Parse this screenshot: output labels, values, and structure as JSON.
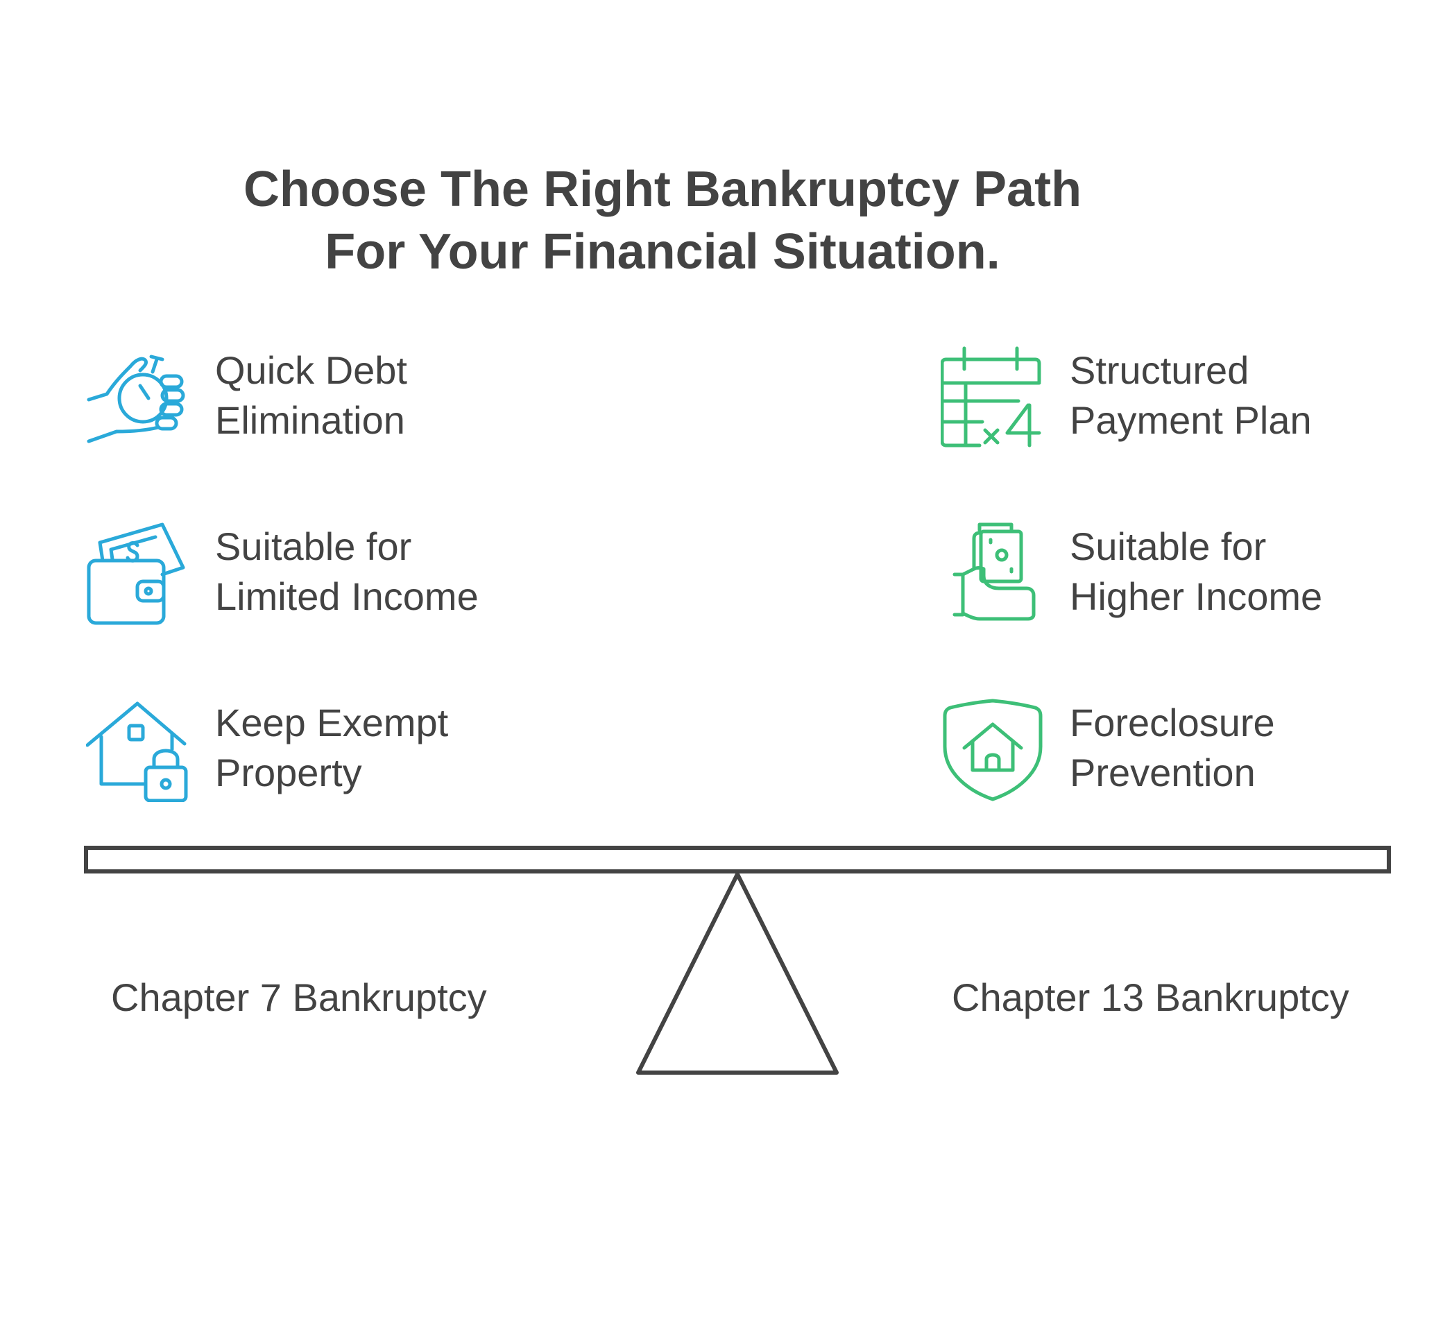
{
  "title": {
    "line1": "Choose The Right Bankruptcy Path",
    "line2": "For Your Financial Situation."
  },
  "colors": {
    "text": "#434343",
    "chapter7_accent": "#2aa9d9",
    "chapter13_accent": "#3dbf77"
  },
  "left": {
    "label": "Chapter 7 Bankruptcy",
    "items": [
      {
        "line1": "Quick Debt",
        "line2": "Elimination",
        "icon": "stopwatch-in-hand-icon"
      },
      {
        "line1": "Suitable for",
        "line2": "Limited Income",
        "icon": "wallet-with-cash-icon"
      },
      {
        "line1": "Keep Exempt",
        "line2": "Property",
        "icon": "house-with-lock-icon"
      }
    ]
  },
  "right": {
    "label": "Chapter 13 Bankruptcy",
    "items": [
      {
        "line1": "Structured",
        "line2": "Payment Plan",
        "icon": "calendar-times-four-icon"
      },
      {
        "line1": "Suitable for",
        "line2": "Higher Income",
        "icon": "hand-holding-cash-icon"
      },
      {
        "line1": "Foreclosure",
        "line2": "Prevention",
        "icon": "shield-house-icon"
      }
    ]
  }
}
